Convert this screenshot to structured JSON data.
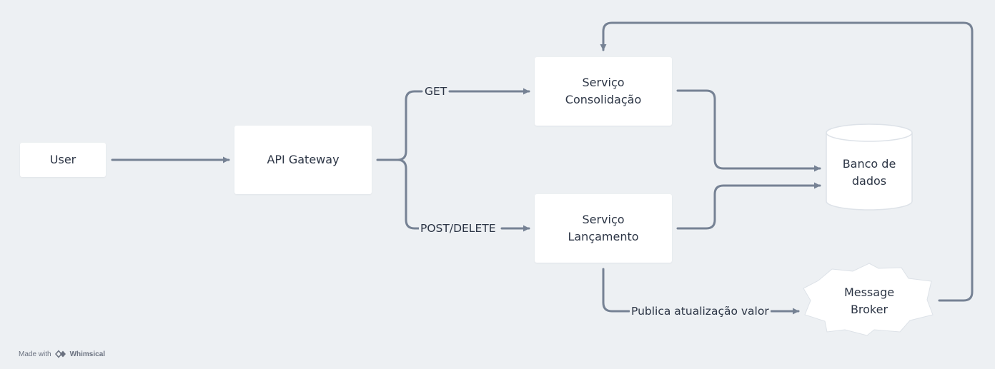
{
  "nodes": {
    "user": "User",
    "api_gateway": "API Gateway",
    "servico_consolidacao": [
      "Serviço",
      "Consolidação"
    ],
    "servico_lancamento": [
      "Serviço",
      "Lançamento"
    ],
    "banco_de_dados": [
      "Banco de",
      "dados"
    ],
    "message_broker": [
      "Message",
      "Broker"
    ]
  },
  "edges": {
    "get": "GET",
    "post_delete": "POST/DELETE",
    "publica": "Publica atualização valor"
  },
  "badge": {
    "made_with": "Made with",
    "brand": "Whimsical"
  },
  "colors": {
    "background": "#edf0f3",
    "connector": "#768294",
    "node_fill": "#ffffff",
    "text": "#2c3545"
  }
}
